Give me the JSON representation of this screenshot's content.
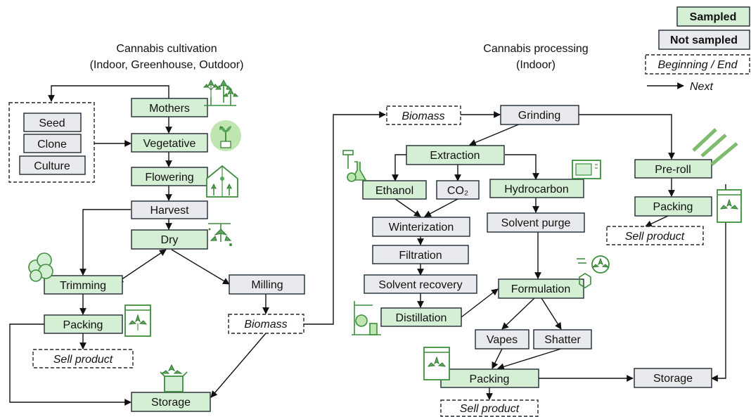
{
  "headings": {
    "cultivation_title": "Cannabis cultivation",
    "cultivation_subtitle": "(Indoor, Greenhouse, Outdoor)",
    "processing_title": "Cannabis processing",
    "processing_subtitle": "(Indoor)"
  },
  "legend": {
    "sampled": "Sampled",
    "not_sampled": "Not sampled",
    "boundary": "Beginning / End",
    "next": "Next"
  },
  "colors": {
    "sampled_fill": "#d4efd4",
    "not_sampled_fill": "#e8eaed",
    "icon_green": "#3d8f3d"
  },
  "nodes": {
    "seed": "Seed",
    "clone": "Clone",
    "culture": "Culture",
    "mothers": "Mothers",
    "vegetative": "Vegetative",
    "flowering": "Flowering",
    "harvest": "Harvest",
    "dry": "Dry",
    "trimming": "Trimming",
    "milling": "Milling",
    "packing_cult": "Packing",
    "sell_cult": "Sell product",
    "biomass_cult": "Biomass",
    "storage_cult": "Storage",
    "biomass_proc": "Biomass",
    "grinding": "Grinding",
    "extraction": "Extraction",
    "ethanol": "Ethanol",
    "co2": "CO₂",
    "hydrocarbon": "Hydrocarbon",
    "winterization": "Winterization",
    "filtration": "Filtration",
    "solvent_recovery": "Solvent recovery",
    "distillation": "Distillation",
    "solvent_purge": "Solvent purge",
    "formulation": "Formulation",
    "vapes": "Vapes",
    "shatter": "Shatter",
    "packing_proc": "Packing",
    "sell_proc": "Sell product",
    "storage_proc": "Storage",
    "preroll": "Pre-roll",
    "packing_preroll": "Packing",
    "sell_preroll": "Sell product"
  },
  "icons": [
    "cannabis-plants-icon",
    "seedling-icon",
    "greenhouse-icon",
    "drying-plant-icon",
    "cannabis-bush-icon",
    "packaged-cannabis-bag-icon",
    "storage-box-icon",
    "lab-flask-icon",
    "microwave-oven-icon",
    "pre-roll-joints-icon",
    "molecule-leaf-icon",
    "distillation-apparatus-icon"
  ]
}
